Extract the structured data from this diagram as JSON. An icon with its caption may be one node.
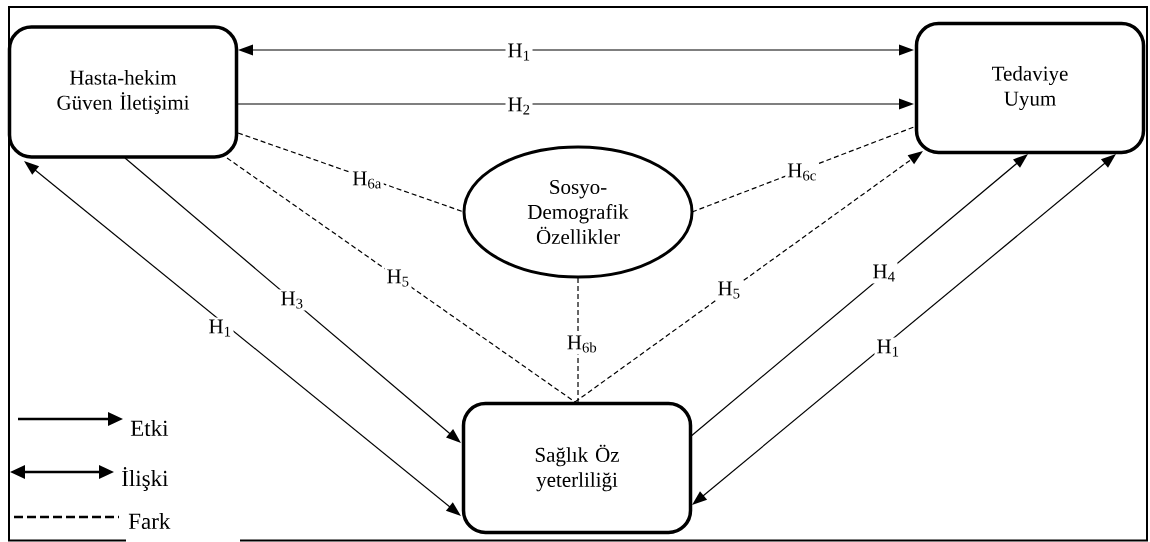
{
  "diagram": {
    "nodes": [
      {
        "text": [
          "Hasta-hekim Güven İletişimi"
        ]
      },
      {
        "text": [
          "Tedaviye Uyum"
        ]
      },
      {
        "text": [
          "Sosyo- Demografik Özellikler"
        ]
      },
      {
        "text": [
          "Sağlık Öz yeterliliği"
        ]
      }
    ],
    "edges": [
      {
        "from": 0,
        "to": 1,
        "arrow": "both",
        "label": "H$_{1}$"
      },
      {
        "from": 0,
        "to": 1,
        "arrow": "to",
        "label": "H$_{2}$"
      },
      {
        "from": 0,
        "to": 2,
        "arrow": "none",
        "style": "dashed",
        "label": "H$_{6a}$"
      },
      {
        "from": 2,
        "to": 1,
        "arrow": "none",
        "style": "dashed",
        "label": "H$_{6c}$"
      },
      {
        "from": 0,
        "to": 3,
        "arrow": "both",
        "label": "H$_{1}$"
      },
      {
        "from": 0,
        "to": 3,
        "arrow": "to",
        "label": "H$_{3}$"
      },
      {
        "from": 0,
        "to": 3,
        "arrow": "none",
        "style": "dashed",
        "label": "H$_{5}$"
      },
      {
        "from": 3,
        "to": 1,
        "arrow": "to",
        "style": "dashed",
        "label": "H$_{5}$"
      },
      {
        "from": 2,
        "to": 3,
        "arrow": "none",
        "style": "dashed",
        "label": "H$_{6b}$"
      },
      {
        "from": 3,
        "to": 1,
        "arrow": "to",
        "label": "H$_{4}$"
      },
      {
        "from": 1,
        "to": 3,
        "arrow": "both",
        "label": "H$_{1}$"
      }
    ],
    "legend": [
      {
        "text": "Etki"
      },
      {
        "text": "İlişki"
      },
      {
        "text": "Fark"
      }
    ]
  }
}
